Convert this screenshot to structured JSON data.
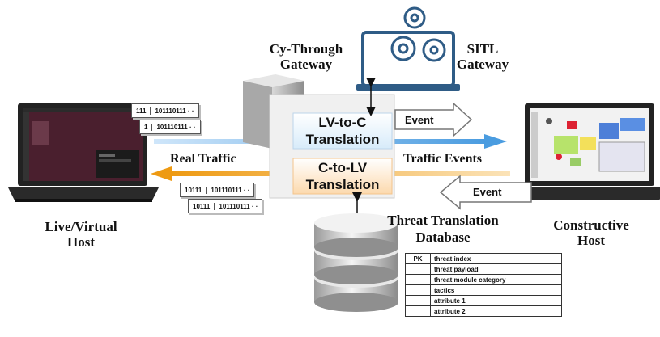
{
  "nodes": {
    "cy_through_gateway": "Cy-Through\nGateway",
    "sitl_gateway": "SITL\nGateway",
    "live_virtual_host": "Live/Virtual\nHost",
    "constructive_host": "Constructive\nHost",
    "threat_db": "Threat Translation\nDatabase"
  },
  "translation": {
    "lv_to_c": "LV-to-C\nTranslation",
    "c_to_lv": "C-to-LV\nTranslation"
  },
  "flows": {
    "event_top": "Event",
    "event_bottom": "Event",
    "real_traffic": "Real Traffic",
    "traffic_events": "Traffic Events"
  },
  "packets": {
    "top_row1": [
      "111",
      "101110111 · ·"
    ],
    "top_row2": [
      "1",
      "101110111 · ·"
    ],
    "bottom_row1": [
      "10111",
      "101110111 · ·"
    ],
    "bottom_row2": [
      "10111",
      "101110111 · ·"
    ]
  },
  "db_table": [
    [
      "PK",
      "threat index"
    ],
    [
      "",
      "threat payload"
    ],
    [
      "",
      "threat module category"
    ],
    [
      "",
      "tactics"
    ],
    [
      "",
      "attribute 1"
    ],
    [
      "",
      "attribute 2"
    ]
  ],
  "colors": {
    "blue_flow": "#5aa6e6",
    "orange_flow": "#f0a020",
    "lv_to_c_fill": "#e6f2fb",
    "c_to_lv_fill": "#fde9d0"
  }
}
